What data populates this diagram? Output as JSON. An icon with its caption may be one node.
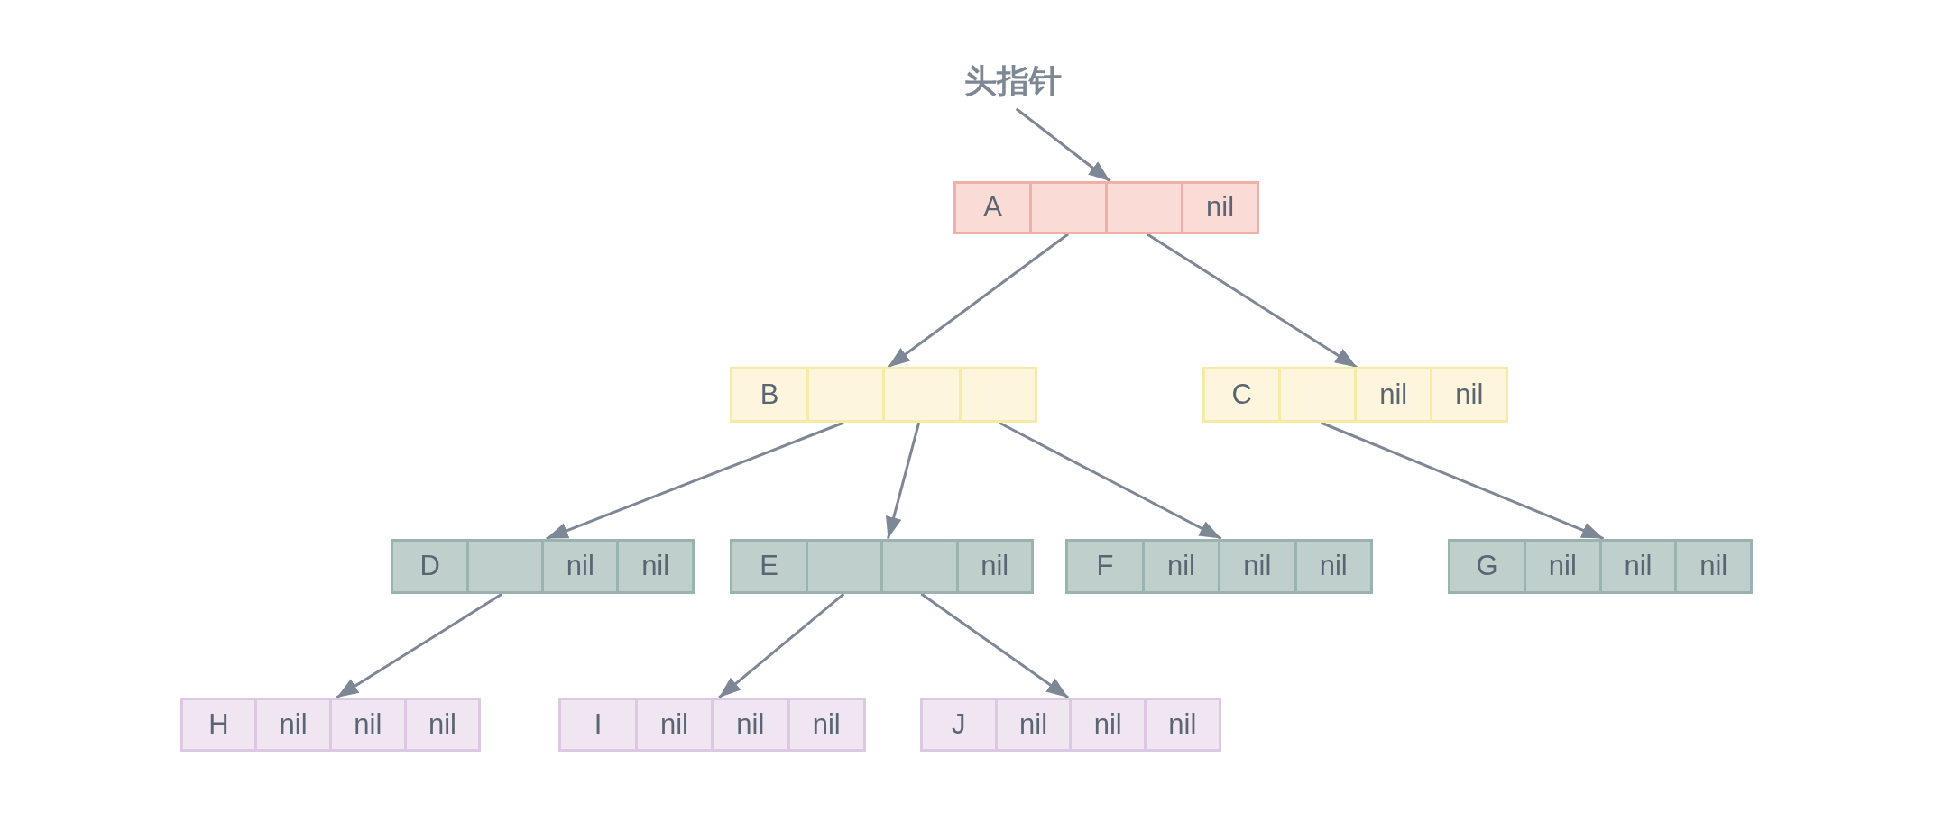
{
  "diagram": {
    "nodes": [
      {
        "text": [
          "头指针"
        ]
      },
      {
        "text": [
          "A",
          "nil"
        ]
      },
      {
        "text": [
          "B"
        ]
      },
      {
        "text": [
          "C",
          "nil",
          "nil"
        ]
      },
      {
        "text": [
          "D",
          "nil",
          "nil"
        ]
      },
      {
        "text": [
          "E",
          "nil"
        ]
      },
      {
        "text": [
          "F",
          "nil",
          "nil",
          "nil"
        ]
      },
      {
        "text": [
          "G",
          "nil",
          "nil",
          "nil"
        ]
      },
      {
        "text": [
          "H",
          "nil",
          "nil",
          "nil"
        ]
      },
      {
        "text": [
          "I",
          "nil",
          "nil",
          "nil"
        ]
      },
      {
        "text": [
          "J",
          "nil",
          "nil",
          "nil"
        ]
      }
    ],
    "edges": [
      {
        "from": 0,
        "to": 1,
        "arrow": "to"
      },
      {
        "from": 1,
        "to": 2,
        "arrow": "to"
      },
      {
        "from": 1,
        "to": 3,
        "arrow": "to"
      },
      {
        "from": 2,
        "to": 4,
        "arrow": "to"
      },
      {
        "from": 2,
        "to": 5,
        "arrow": "to"
      },
      {
        "from": 2,
        "to": 6,
        "arrow": "to"
      },
      {
        "from": 3,
        "to": 7,
        "arrow": "to"
      },
      {
        "from": 4,
        "to": 8,
        "arrow": "to"
      },
      {
        "from": 5,
        "to": 9,
        "arrow": "to"
      },
      {
        "from": 5,
        "to": 10,
        "arrow": "to"
      }
    ]
  }
}
